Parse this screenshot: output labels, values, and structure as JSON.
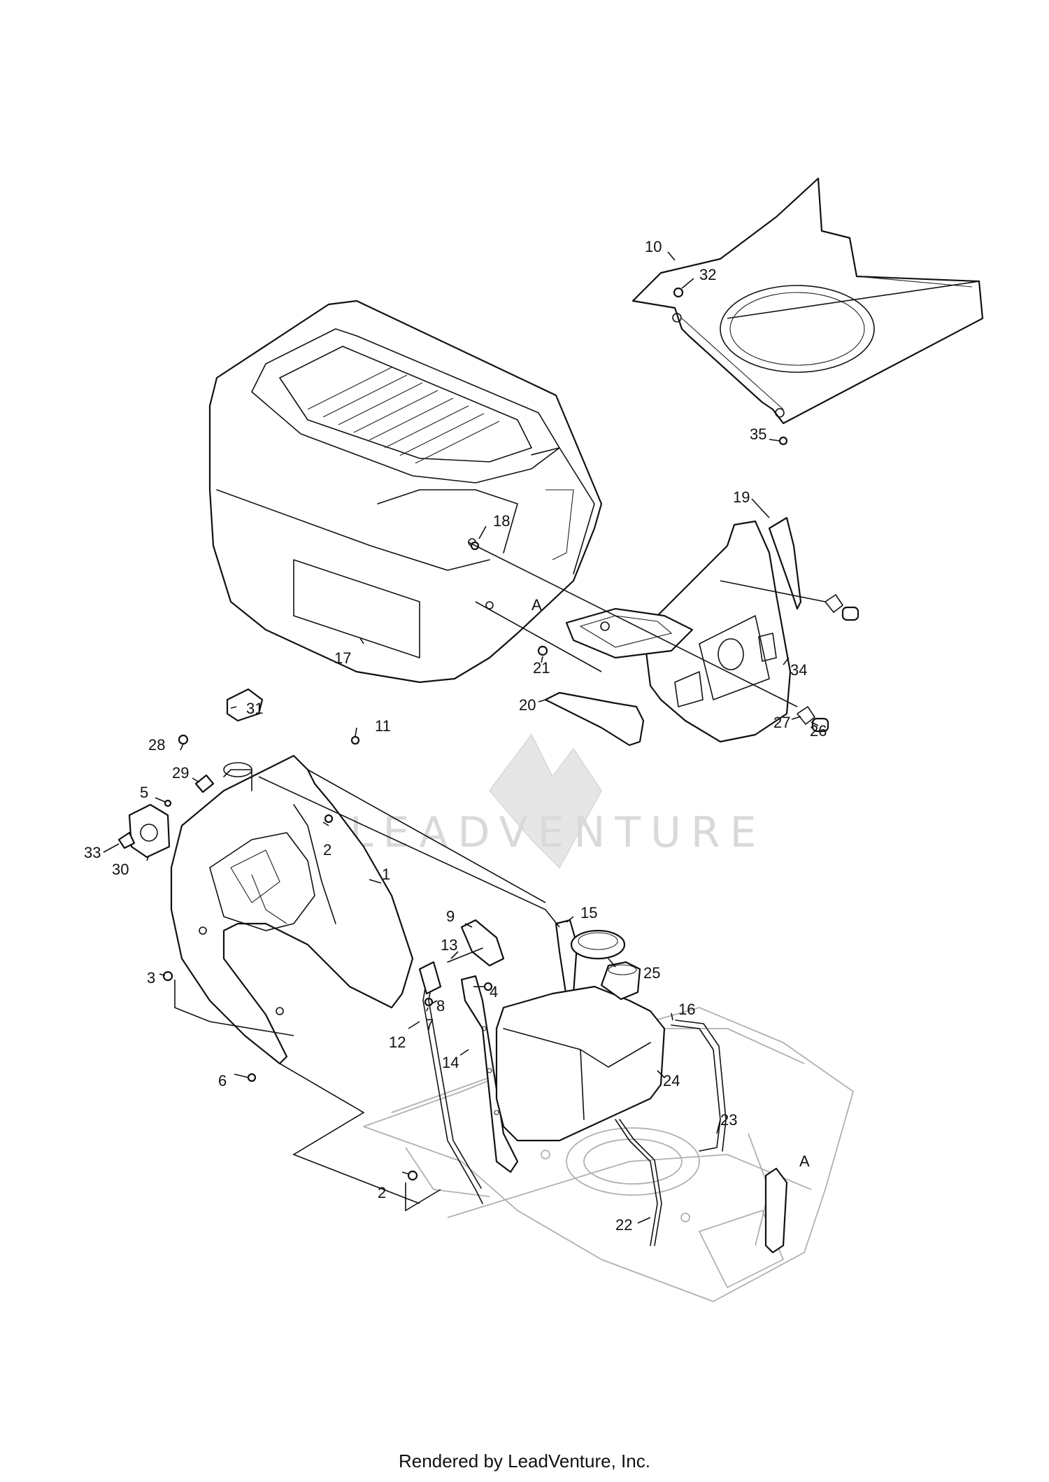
{
  "watermark": {
    "text": "LEADVENTURE"
  },
  "footer": {
    "text": "Rendered by LeadVenture, Inc."
  },
  "callouts": [
    {
      "id": "c1",
      "label": "1"
    },
    {
      "id": "c2a",
      "label": "2"
    },
    {
      "id": "c2b",
      "label": "2"
    },
    {
      "id": "c3",
      "label": "3"
    },
    {
      "id": "c4",
      "label": "4"
    },
    {
      "id": "c5",
      "label": "5"
    },
    {
      "id": "c6",
      "label": "6"
    },
    {
      "id": "c7",
      "label": "7"
    },
    {
      "id": "c8",
      "label": "8"
    },
    {
      "id": "c9",
      "label": "9"
    },
    {
      "id": "c10",
      "label": "10"
    },
    {
      "id": "c11",
      "label": "11"
    },
    {
      "id": "c12",
      "label": "12"
    },
    {
      "id": "c13",
      "label": "13"
    },
    {
      "id": "c14",
      "label": "14"
    },
    {
      "id": "c15",
      "label": "15"
    },
    {
      "id": "c16",
      "label": "16"
    },
    {
      "id": "c17",
      "label": "17"
    },
    {
      "id": "c18",
      "label": "18"
    },
    {
      "id": "c19",
      "label": "19"
    },
    {
      "id": "c20",
      "label": "20"
    },
    {
      "id": "c21",
      "label": "21"
    },
    {
      "id": "c22",
      "label": "22"
    },
    {
      "id": "c23",
      "label": "23"
    },
    {
      "id": "c24",
      "label": "24"
    },
    {
      "id": "c25",
      "label": "25"
    },
    {
      "id": "c26",
      "label": "26"
    },
    {
      "id": "c27",
      "label": "27"
    },
    {
      "id": "c28",
      "label": "28"
    },
    {
      "id": "c29",
      "label": "29"
    },
    {
      "id": "c30",
      "label": "30"
    },
    {
      "id": "c31",
      "label": "31"
    },
    {
      "id": "c32",
      "label": "32"
    },
    {
      "id": "c33",
      "label": "33"
    },
    {
      "id": "c34",
      "label": "34"
    },
    {
      "id": "c35",
      "label": "35"
    },
    {
      "id": "cA1",
      "label": "A"
    },
    {
      "id": "cA2",
      "label": "A"
    }
  ]
}
